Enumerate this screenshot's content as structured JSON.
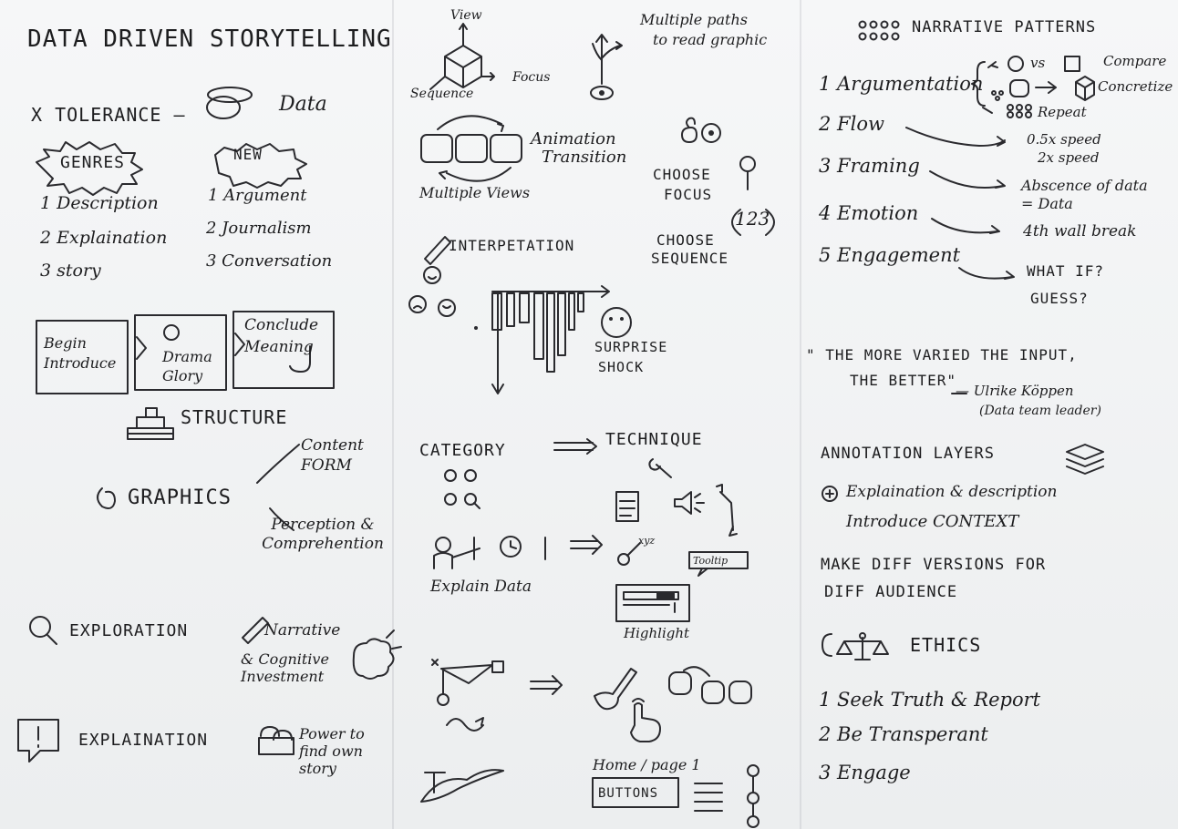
{
  "title": "DATA DRIVEN STORYTELLING",
  "tolerance": {
    "label": "X TOLERANCE —",
    "data": "Data"
  },
  "genres": {
    "badge": "GENRES",
    "items": [
      "1 Description",
      "2 Explaination",
      "3 story"
    ]
  },
  "new": {
    "badge": "NEW",
    "items": [
      "1 Argument",
      "2 Journalism",
      "3 Conversation"
    ]
  },
  "structure": {
    "boxes": [
      "Begin Introduce",
      "Drama Glory",
      "Conclude Meaning"
    ],
    "label": "STRUCTURE"
  },
  "graphics": {
    "label": "GRAPHICS",
    "branches": [
      "Content FORM",
      "Perception & Comprehention"
    ]
  },
  "exploration": {
    "label": "EXPLORATION",
    "narrative": "Narrative",
    "cognitive": "& Cognitive Investment"
  },
  "explaination": {
    "label": "EXPLAINATION",
    "power": "Power to find own story"
  },
  "view_cube": {
    "view": "View",
    "focus": "Focus",
    "sequence": "Sequence"
  },
  "paths": {
    "line1": "Multiple paths",
    "line2": "to read graphic"
  },
  "animation": {
    "line1": "Animation",
    "line2": "Transition",
    "views": "Multiple Views"
  },
  "choose": {
    "focus1": "CHOOSE",
    "focus2": "FOCUS",
    "seq1": "CHOOSE",
    "seq2": "SEQUENCE",
    "numbers": "123"
  },
  "interpretation": {
    "label": "INTERPETATION",
    "surprise1": "SURPRISE",
    "surprise2": "SHOCK"
  },
  "category": {
    "label": "CATEGORY",
    "technique": "TECHNIQUE",
    "explain": "Explain Data",
    "xyz": "xyz",
    "tooltip": "Tooltip",
    "highlight": "Highlight"
  },
  "bottom_mid": {
    "home": "Home / page 1",
    "buttons": "BUTTONS"
  },
  "narrative_patterns": {
    "heading": "NARRATIVE PATTERNS",
    "items": [
      "1 Argumentation",
      "2 Flow",
      "3 Framing",
      "4 Emotion",
      "5 Engagement"
    ],
    "argumentation": [
      "vs",
      "Compare",
      "Concretize",
      "Repeat"
    ],
    "flow": [
      "0.5x speed",
      "2x speed"
    ],
    "framing": [
      "Abscence of data",
      "= Data"
    ],
    "emotion": "4th wall break",
    "engagement": [
      "WHAT IF?",
      "GUESS?"
    ]
  },
  "quote": {
    "line1": "\" THE MORE VARIED THE INPUT,",
    "line2": "THE BETTER\"",
    "author": "— Ulrike Köppen",
    "role": "(Data team leader)"
  },
  "annotation": {
    "heading": "ANNOTATION LAYERS",
    "line1": "Explaination & description",
    "line2": "Introduce CONTEXT"
  },
  "versions": {
    "line1": "MAKE DIFF VERSIONS FOR",
    "line2": "DIFF AUDIENCE"
  },
  "ethics": {
    "heading": "ETHICS",
    "items": [
      "1 Seek Truth & Report",
      "2 Be Transperant",
      "3 Engage"
    ]
  },
  "colors": {
    "ink": "#2a2a2e",
    "paper": "#f3f4f4"
  }
}
